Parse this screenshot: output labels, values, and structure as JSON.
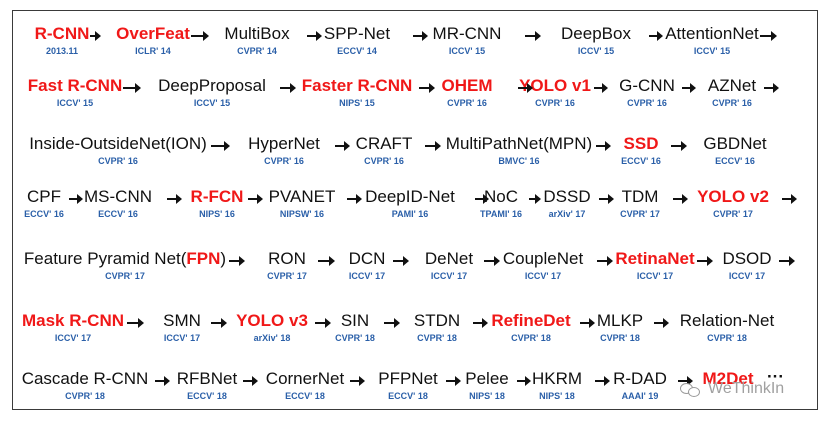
{
  "rows": [
    {
      "items": [
        {
          "name": "R-CNN",
          "venue": "2013.11",
          "hl": true
        },
        {
          "name": "OverFeat",
          "venue": "ICLR' 14",
          "hl": true
        },
        {
          "name": "MultiBox",
          "venue": "CVPR' 14",
          "hl": false
        },
        {
          "name": "SPP-Net",
          "venue": "ECCV' 14",
          "hl": false
        },
        {
          "name": "MR-CNN",
          "venue": "ICCV' 15",
          "hl": false
        },
        {
          "name": "DeepBox",
          "venue": "ICCV' 15",
          "hl": false
        },
        {
          "name": "AttentionNet",
          "venue": "ICCV' 15",
          "hl": false
        }
      ]
    },
    {
      "items": [
        {
          "name": "Fast R-CNN",
          "venue": "ICCV' 15",
          "hl": true
        },
        {
          "name": "DeepProposal",
          "venue": "ICCV' 15",
          "hl": false
        },
        {
          "name": "Faster R-CNN",
          "venue": "NIPS' 15",
          "hl": true
        },
        {
          "name": "OHEM",
          "venue": "CVPR' 16",
          "hl": true
        },
        {
          "name": "YOLO v1",
          "venue": "CVPR' 16",
          "hl": true
        },
        {
          "name": "G-CNN",
          "venue": "CVPR' 16",
          "hl": false
        },
        {
          "name": "AZNet",
          "venue": "CVPR' 16",
          "hl": false
        }
      ]
    },
    {
      "items": [
        {
          "name": "Inside-OutsideNet(ION)",
          "venue": "CVPR' 16",
          "hl": false
        },
        {
          "name": "HyperNet",
          "venue": "CVPR' 16",
          "hl": false
        },
        {
          "name": "CRAFT",
          "venue": "CVPR' 16",
          "hl": false
        },
        {
          "name": "MultiPathNet(MPN)",
          "venue": "BMVC' 16",
          "hl": false
        },
        {
          "name": "SSD",
          "venue": "ECCV' 16",
          "hl": true
        },
        {
          "name": "GBDNet",
          "venue": "ECCV' 16",
          "hl": false
        }
      ]
    },
    {
      "items": [
        {
          "name": "CPF",
          "venue": "ECCV' 16",
          "hl": false
        },
        {
          "name": "MS-CNN",
          "venue": "ECCV' 16",
          "hl": false
        },
        {
          "name": "R-FCN",
          "venue": "NIPS' 16",
          "hl": true
        },
        {
          "name": "PVANET",
          "venue": "NIPSW' 16",
          "hl": false
        },
        {
          "name": "DeepID-Net",
          "venue": "PAMI' 16",
          "hl": false
        },
        {
          "name": "NoC",
          "venue": "TPAMI' 16",
          "hl": false
        },
        {
          "name": "DSSD",
          "venue": "arXiv' 17",
          "hl": false
        },
        {
          "name": "TDM",
          "venue": "CVPR' 17",
          "hl": false
        },
        {
          "name": "YOLO v2",
          "venue": "CVPR' 17",
          "hl": true
        }
      ]
    },
    {
      "items": [
        {
          "name_plain": "Feature Pyramid Net(",
          "name_hl": "FPN",
          "name_tail": ")",
          "venue": "CVPR' 17",
          "hl": "partial"
        },
        {
          "name": "RON",
          "venue": "CVPR' 17",
          "hl": false
        },
        {
          "name": "DCN",
          "venue": "ICCV' 17",
          "hl": false
        },
        {
          "name": "DeNet",
          "venue": "ICCV' 17",
          "hl": false
        },
        {
          "name": "CoupleNet",
          "venue": "ICCV' 17",
          "hl": false
        },
        {
          "name": "RetinaNet",
          "venue": "ICCV' 17",
          "hl": true
        },
        {
          "name": "DSOD",
          "venue": "ICCV' 17",
          "hl": false
        }
      ]
    },
    {
      "items": [
        {
          "name": "Mask R-CNN",
          "venue": "ICCV' 17",
          "hl": true
        },
        {
          "name": "SMN",
          "venue": "ICCV' 17",
          "hl": false
        },
        {
          "name": "YOLO v3",
          "venue": "arXiv' 18",
          "hl": true
        },
        {
          "name": "SIN",
          "venue": "CVPR' 18",
          "hl": false
        },
        {
          "name": "STDN",
          "venue": "CVPR' 18",
          "hl": false
        },
        {
          "name": "RefineDet",
          "venue": "CVPR' 18",
          "hl": true
        },
        {
          "name": "MLKP",
          "venue": "CVPR' 18",
          "hl": false
        },
        {
          "name": "Relation-Net",
          "venue": "CVPR' 18",
          "hl": false
        }
      ]
    },
    {
      "items": [
        {
          "name": "Cascade R-CNN",
          "venue": "CVPR' 18",
          "hl": false
        },
        {
          "name": "RFBNet",
          "venue": "ECCV' 18",
          "hl": false
        },
        {
          "name": "CornerNet",
          "venue": "ECCV' 18",
          "hl": false
        },
        {
          "name": "PFPNet",
          "venue": "ECCV' 18",
          "hl": false
        },
        {
          "name": "Pelee",
          "venue": "NIPS' 18",
          "hl": false
        },
        {
          "name": "HKRM",
          "venue": "NIPS' 18",
          "hl": false
        },
        {
          "name": "R-DAD",
          "venue": "AAAI' 19",
          "hl": false
        },
        {
          "name": "M2Det",
          "venue": "",
          "hl": true
        }
      ]
    }
  ],
  "ellipsis": "···",
  "watermark": "WeThinkIn",
  "colors": {
    "highlight": "#f01818",
    "venue": "#2a5fa8",
    "text": "#111111"
  }
}
